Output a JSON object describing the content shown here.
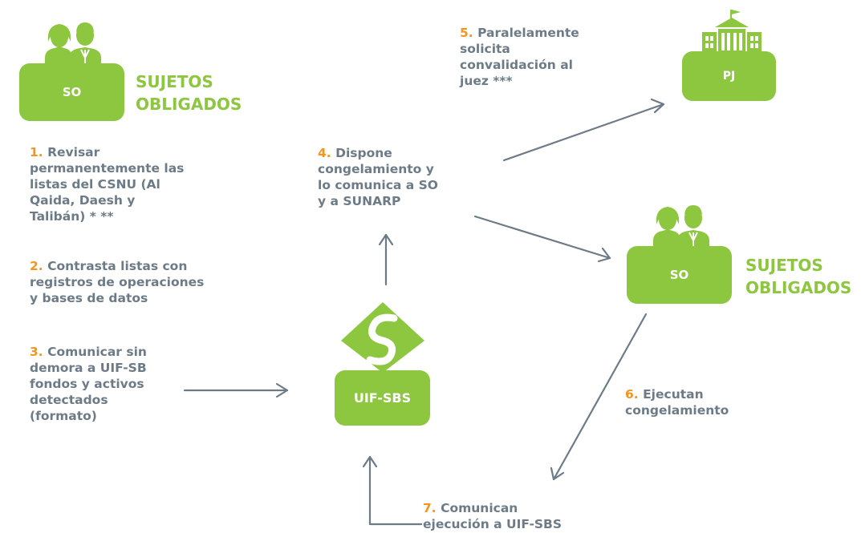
{
  "so_top": {
    "box_label": "SO",
    "title_line1": "SUJETOS",
    "title_line2": "OBLIGADOS"
  },
  "so_right": {
    "box_label": "SO",
    "title_line1": "SUJETOS",
    "title_line2": "OBLIGADOS"
  },
  "pj": {
    "box_label": "PJ"
  },
  "uif": {
    "box_label": "UIF-SBS"
  },
  "steps": {
    "s1": {
      "num": "1.",
      "l1": "Revisar",
      "l2": "permanentemente las",
      "l3": "listas del CSNU (Al",
      "l4": "Qaida, Daesh y",
      "l5": "Talibán) *  **"
    },
    "s2": {
      "num": "2.",
      "l1": "Contrasta listas con",
      "l2": "registros de operaciones",
      "l3": "y bases de datos"
    },
    "s3": {
      "num": "3.",
      "l1": "Comunicar sin",
      "l2": "demora a UIF-SB",
      "l3": "fondos y activos",
      "l4": "detectados",
      "l5": "(formato)"
    },
    "s4": {
      "num": "4.",
      "l1": "Dispone",
      "l2": "congelamiento y",
      "l3": "lo comunica a SO",
      "l4": "y a SUNARP"
    },
    "s5": {
      "num": "5.",
      "l1": "Paralelamente",
      "l2": "solicita",
      "l3": "convalidación al",
      "l4": "juez ***"
    },
    "s6": {
      "num": "6.",
      "l1": "Ejecutan",
      "l2": "congelamiento"
    },
    "s7": {
      "num": "7.",
      "l1": "Comunican",
      "l2": "ejecución a UIF-SBS"
    }
  },
  "colors": {
    "green": "#8dc63f",
    "orange": "#f7941d",
    "gray": "#6d7b87"
  }
}
